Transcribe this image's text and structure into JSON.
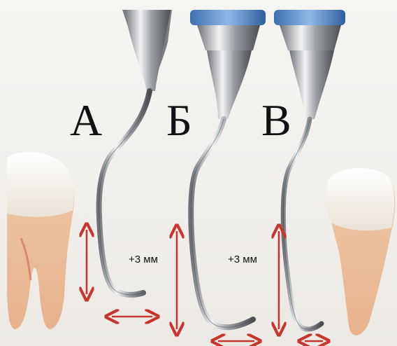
{
  "labels": {
    "a": "А",
    "b": "Б",
    "v": "В"
  },
  "annotations": {
    "b_depth": "+3 мм",
    "v_depth": "+3 мм"
  },
  "colors": {
    "arrow": "#c8352f",
    "handle_blue": "#4f87c9",
    "steel": "#b9bcc0"
  }
}
